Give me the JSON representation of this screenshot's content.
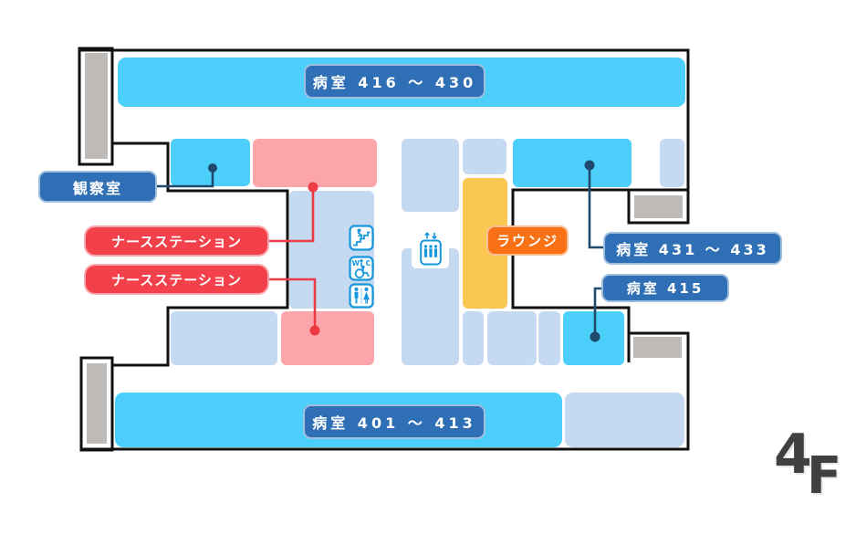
{
  "title": "hospital-floor-map",
  "floor_indicator": {
    "number": "4",
    "suffix": "F"
  },
  "labels": {
    "rooms_top": "病室 416 〜 430",
    "rooms_bottom": "病室 401 〜 413",
    "observation_room": "観察室",
    "nurse_station_upper": "ナースステーション",
    "nurse_station_lower": "ナースステーション",
    "lounge": "ラウンジ",
    "rooms_431_433": "病室 431 〜 433",
    "room_415": "病室 415"
  },
  "icons": {
    "stairs": "stairs-icon",
    "accessible_wc": "accessible-wc-icon",
    "accessible_wc_letter_w": "W",
    "accessible_wc_letter_c": "C",
    "restroom": "restroom-icon",
    "elevator": "elevator-icon"
  },
  "colors": {
    "patient_room_cyan": "#4CD0FB",
    "generic_room_pale_blue": "#C5DAF1",
    "nurse_station_pink": "#FCA6AB",
    "lounge_yellow": "#FAC851",
    "label_blue": "#2E6FB5",
    "label_red": "#F2414B",
    "label_orange": "#F87114",
    "connector_navy": "#1F4A6E",
    "connector_red": "#ED3B45",
    "shaft_gray": "#BDBAB7",
    "outline_black": "#111111",
    "icon_blue": "#1697DB",
    "floor_text_gray": "#3F4040"
  }
}
